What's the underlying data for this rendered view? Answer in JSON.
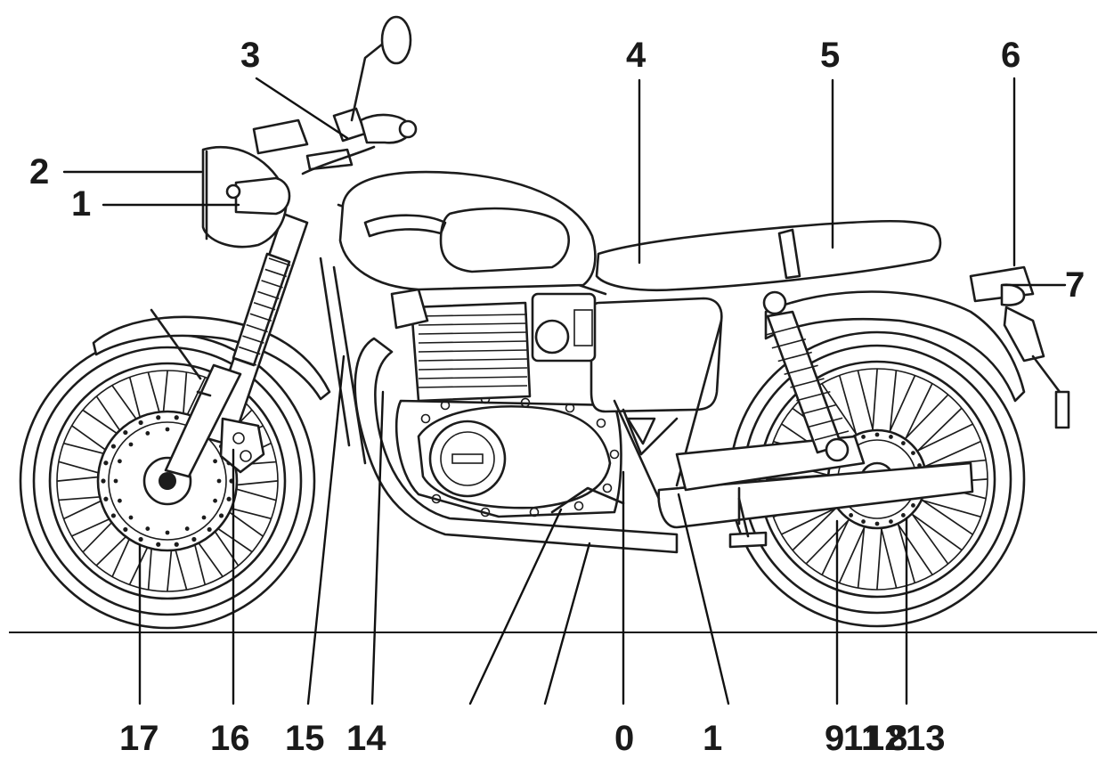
{
  "diagram": {
    "callouts": [
      {
        "id": "c1-head",
        "text": "1"
      },
      {
        "id": "c2",
        "text": "2"
      },
      {
        "id": "c3",
        "text": "3"
      },
      {
        "id": "c4",
        "text": "4"
      },
      {
        "id": "c5",
        "text": "5"
      },
      {
        "id": "c6",
        "text": "6"
      },
      {
        "id": "c7",
        "text": "7"
      },
      {
        "id": "c17",
        "text": "17"
      },
      {
        "id": "c16",
        "text": "16"
      },
      {
        "id": "c15",
        "text": "15"
      },
      {
        "id": "c14",
        "text": "14"
      },
      {
        "id": "c0",
        "text": "0"
      },
      {
        "id": "c1-frame",
        "text": "1"
      },
      {
        "id": "c9",
        "text": "9"
      },
      {
        "id": "c11",
        "text": "11"
      },
      {
        "id": "c12",
        "text": "12"
      },
      {
        "id": "c8",
        "text": "8"
      },
      {
        "id": "c13",
        "text": "13"
      }
    ]
  }
}
